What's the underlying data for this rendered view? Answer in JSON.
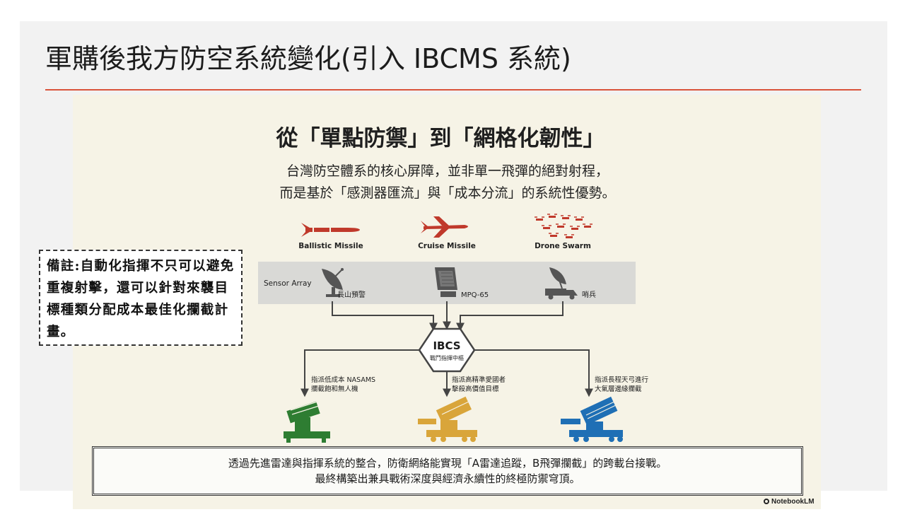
{
  "slide": {
    "title": "軍購後我方防空系統變化(引入 IBCMS 系統)"
  },
  "infographic": {
    "heading": "從「單點防禦」到「網格化韌性」",
    "subtitle_line1": "台灣防空體系的核心屏障，並非單一飛彈的絕對射程，",
    "subtitle_line2": "而是基於「感測器匯流」與「成本分流」的系統性優勢。",
    "threats": [
      {
        "label": "Ballistic Missile",
        "icon": "missile-icon"
      },
      {
        "label": "Cruise Missile",
        "icon": "cruise-missile-icon"
      },
      {
        "label": "Drone Swarm",
        "icon": "drone-swarm-icon"
      }
    ],
    "sensor_band_label": "Sensor Array",
    "sensors": [
      {
        "label": "長山預警",
        "icon": "radar-dish-icon"
      },
      {
        "label": "MPQ-65",
        "icon": "phased-array-radar-icon"
      },
      {
        "label": "哨兵",
        "icon": "mobile-radar-truck-icon"
      }
    ],
    "hub": {
      "title": "IBCS",
      "subtitle": "戰鬥指揮中樞"
    },
    "assignments": [
      {
        "line1": "指派低成本 NASAMS",
        "line2": "攔截飽和無人機",
        "icon": "launcher-green-icon"
      },
      {
        "line1": "指派高精準愛國者",
        "line2": "擊殺高價值目標",
        "icon": "launcher-gold-icon"
      },
      {
        "line1": "指派長程天弓進行",
        "line2": "大氣層邊緣攔截",
        "icon": "launcher-blue-icon"
      }
    ],
    "colors": {
      "threat_red": "#c0392b",
      "nasams_green": "#2e7d32",
      "patriot_gold": "#d9a53a",
      "tiangong_blue": "#1f6fb5",
      "accent_rule": "#d9533b"
    }
  },
  "note": {
    "text": "備註:自動化指揮不只可以避免重複射擊，還可以針對來襲目標種類分配成本最佳化攔截計畫。"
  },
  "banner": {
    "line1": "透過先進雷達與指揮系統的整合，防衛網絡能實現「A雷達追蹤，B飛彈攔截」的跨載台接戰。",
    "line2": "最終構築出兼具戰術深度與經濟永續性的終極防禦穹頂。"
  },
  "brand": {
    "label": "NotebookLM"
  }
}
